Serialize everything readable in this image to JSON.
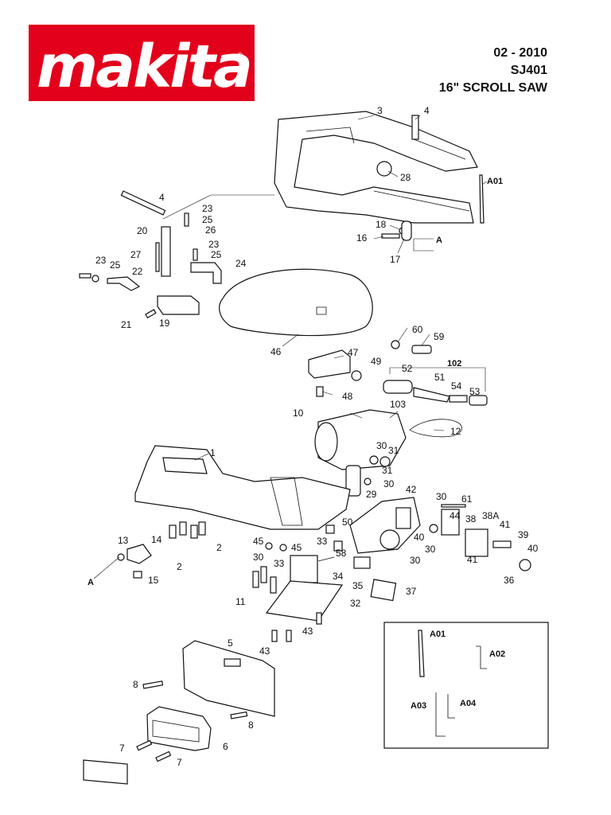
{
  "header": {
    "date": "02 - 2010",
    "model": "SJ401",
    "product": "16\" SCROLL SAW"
  },
  "brand": {
    "name": "makita",
    "registered": "®",
    "color": "#e3001b"
  },
  "parts": [
    {
      "id": "p1",
      "label": "1"
    },
    {
      "id": "p2a",
      "label": "2"
    },
    {
      "id": "p2b",
      "label": "2"
    },
    {
      "id": "p3",
      "label": "3"
    },
    {
      "id": "p4a",
      "label": "4"
    },
    {
      "id": "p4b",
      "label": "4"
    },
    {
      "id": "p5",
      "label": "5"
    },
    {
      "id": "p6",
      "label": "6"
    },
    {
      "id": "p7a",
      "label": "7"
    },
    {
      "id": "p7b",
      "label": "7"
    },
    {
      "id": "p8a",
      "label": "8"
    },
    {
      "id": "p8b",
      "label": "8"
    },
    {
      "id": "p10",
      "label": "10"
    },
    {
      "id": "p11",
      "label": "11"
    },
    {
      "id": "p12",
      "label": "12"
    },
    {
      "id": "p13",
      "label": "13"
    },
    {
      "id": "p14",
      "label": "14"
    },
    {
      "id": "p15",
      "label": "15"
    },
    {
      "id": "p16",
      "label": "16"
    },
    {
      "id": "p17",
      "label": "17"
    },
    {
      "id": "p18",
      "label": "18"
    },
    {
      "id": "p19",
      "label": "19"
    },
    {
      "id": "p20",
      "label": "20"
    },
    {
      "id": "p21",
      "label": "21"
    },
    {
      "id": "p22",
      "label": "22"
    },
    {
      "id": "p23a",
      "label": "23"
    },
    {
      "id": "p23b",
      "label": "23"
    },
    {
      "id": "p23c",
      "label": "23"
    },
    {
      "id": "p24",
      "label": "24"
    },
    {
      "id": "p25a",
      "label": "25"
    },
    {
      "id": "p25b",
      "label": "25"
    },
    {
      "id": "p25c",
      "label": "25"
    },
    {
      "id": "p26",
      "label": "26"
    },
    {
      "id": "p27",
      "label": "27"
    },
    {
      "id": "p28",
      "label": "28"
    },
    {
      "id": "p29",
      "label": "29"
    },
    {
      "id": "p30a",
      "label": "30"
    },
    {
      "id": "p30b",
      "label": "30"
    },
    {
      "id": "p30c",
      "label": "30"
    },
    {
      "id": "p30d",
      "label": "30"
    },
    {
      "id": "p30e",
      "label": "30"
    },
    {
      "id": "p30f",
      "label": "30"
    },
    {
      "id": "p31a",
      "label": "31"
    },
    {
      "id": "p31b",
      "label": "31"
    },
    {
      "id": "p32",
      "label": "32"
    },
    {
      "id": "p33a",
      "label": "33"
    },
    {
      "id": "p33b",
      "label": "33"
    },
    {
      "id": "p34",
      "label": "34"
    },
    {
      "id": "p35",
      "label": "35"
    },
    {
      "id": "p36",
      "label": "36"
    },
    {
      "id": "p37",
      "label": "37"
    },
    {
      "id": "p38",
      "label": "38"
    },
    {
      "id": "p38A",
      "label": "38A"
    },
    {
      "id": "p39",
      "label": "39"
    },
    {
      "id": "p40a",
      "label": "40"
    },
    {
      "id": "p40b",
      "label": "40"
    },
    {
      "id": "p41a",
      "label": "41"
    },
    {
      "id": "p41b",
      "label": "41"
    },
    {
      "id": "p42",
      "label": "42"
    },
    {
      "id": "p43a",
      "label": "43"
    },
    {
      "id": "p43b",
      "label": "43"
    },
    {
      "id": "p44",
      "label": "44"
    },
    {
      "id": "p45a",
      "label": "45"
    },
    {
      "id": "p45b",
      "label": "45"
    },
    {
      "id": "p46",
      "label": "46"
    },
    {
      "id": "p47",
      "label": "47"
    },
    {
      "id": "p48",
      "label": "48"
    },
    {
      "id": "p49",
      "label": "49"
    },
    {
      "id": "p50",
      "label": "50"
    },
    {
      "id": "p51",
      "label": "51"
    },
    {
      "id": "p52",
      "label": "52"
    },
    {
      "id": "p53",
      "label": "53"
    },
    {
      "id": "p54",
      "label": "54"
    },
    {
      "id": "p58",
      "label": "58"
    },
    {
      "id": "p59",
      "label": "59"
    },
    {
      "id": "p60",
      "label": "60"
    },
    {
      "id": "p61",
      "label": "61"
    },
    {
      "id": "p102",
      "label": "102"
    },
    {
      "id": "p103",
      "label": "103"
    }
  ],
  "refs": {
    "a1": "A",
    "a2": "A"
  },
  "accessories": {
    "a01_main": "A01",
    "a01_box": "A01",
    "a02": "A02",
    "a03": "A03",
    "a04": "A04"
  }
}
